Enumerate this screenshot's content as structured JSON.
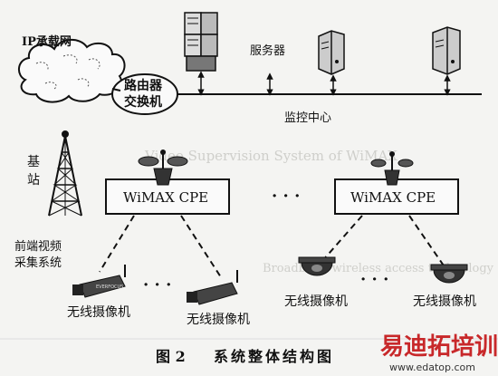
{
  "network": {
    "ip_network": "IP承载网",
    "router_switch_line1": "路由器",
    "router_switch_line2": "交换机",
    "servers": "服务器",
    "monitor_center": "监控中心",
    "base_station_line1": "基",
    "base_station_line2": "站",
    "cpe_left": "WiMAX CPE",
    "cpe_right": "WiMAX CPE",
    "ellipsis_cpe": "· · ·",
    "front_end_line1": "前端视频",
    "front_end_line2": "采集系统",
    "camera_labels": [
      "无线摄像机",
      "无线摄像机",
      "无线摄像机",
      "无线摄像机"
    ],
    "ellipsis_left_cameras": "· · ·",
    "ellipsis_right_cameras": "· · ·"
  },
  "caption": {
    "number": "图 2",
    "title": "系统整体结构图"
  },
  "watermark": {
    "brand": "易迪拓培训",
    "url": "www.edatop.com"
  },
  "bleed_through": {
    "line1": "Video Supervision System of WiMAX",
    "line2": "Broadband wireless access technology"
  },
  "colors": {
    "ink": "#111111",
    "paper": "#f4f4f2",
    "brand_red": "#c8282a"
  }
}
